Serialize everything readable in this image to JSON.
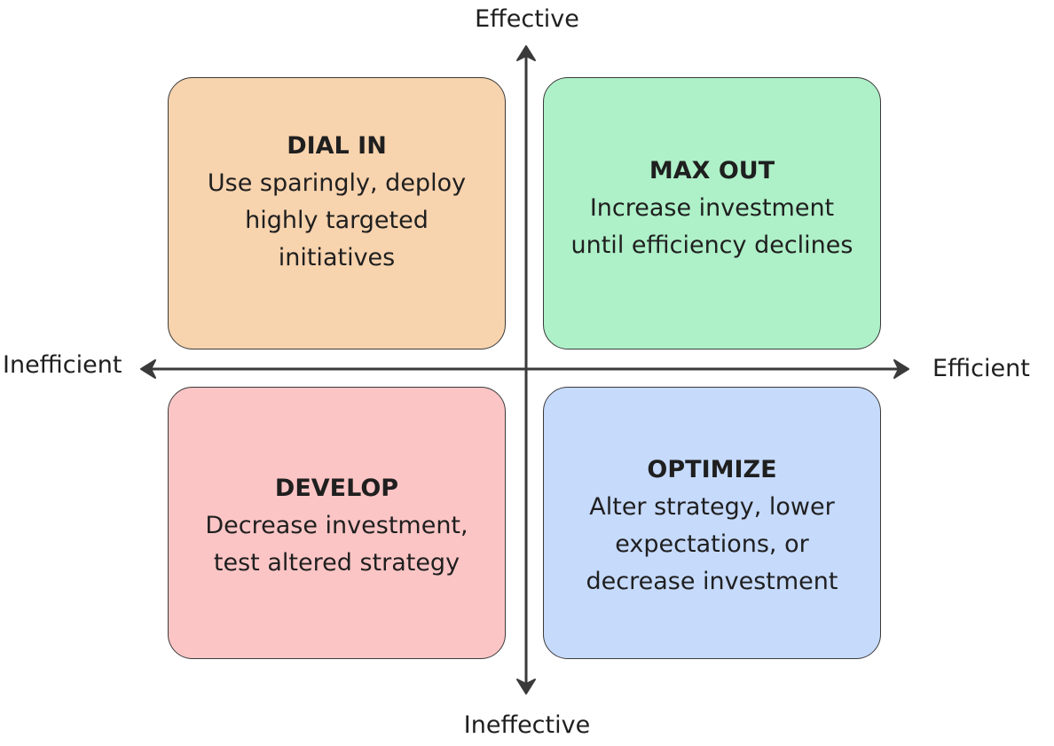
{
  "axes": {
    "top_label": "Effective",
    "bottom_label": "Ineffective",
    "left_label": "Inefficient",
    "right_label": "Efficient",
    "line_color": "#3a3a3a"
  },
  "quadrants": {
    "top_left": {
      "title": "DIAL IN",
      "description": "Use sparingly, deploy\nhighly targeted\ninitiatives",
      "color": "#f7d3ae"
    },
    "top_right": {
      "title": "MAX OUT",
      "description": "Increase investment\nuntil efficiency declines",
      "color": "#aef0c8"
    },
    "bottom_left": {
      "title": "DEVELOP",
      "description": "Decrease investment,\ntest altered strategy",
      "color": "#fcc5c5"
    },
    "bottom_right": {
      "title": "OPTIMIZE",
      "description": "Alter strategy, lower\nexpectations, or\ndecrease investment",
      "color": "#c6dafc"
    }
  }
}
